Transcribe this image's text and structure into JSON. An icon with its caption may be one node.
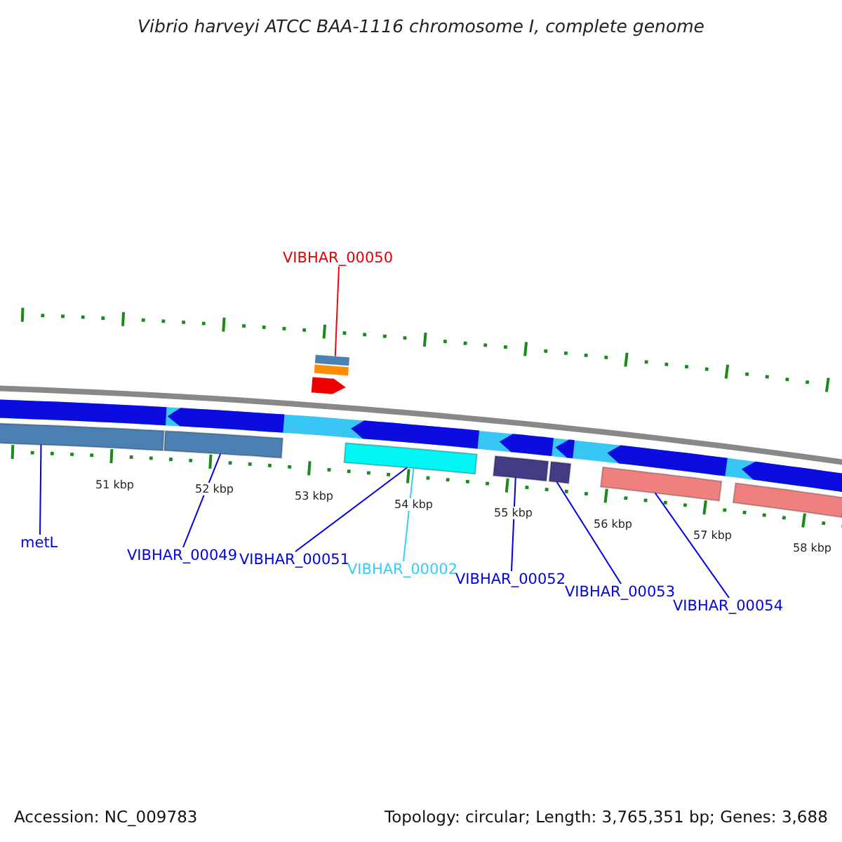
{
  "diagram": {
    "title": "Vibrio harveyi ATCC BAA-1116 chromosome I, complete genome",
    "nodes": [
      {
        "text": [
          "VIBHAR_00050"
        ]
      },
      {
        "text": [],
        "shape": "bar"
      },
      {
        "text": [],
        "shape": "bar"
      },
      {
        "text": [],
        "shape": "bar"
      },
      {
        "text": [],
        "shape": "bar"
      },
      {
        "text": [],
        "shape": "bar"
      },
      {
        "text": [],
        "shape": "bar"
      },
      {
        "text": [],
        "shape": "bar"
      },
      {
        "text": [],
        "shape": "bar"
      },
      {
        "text": [
          "metL"
        ]
      },
      {
        "text": [
          "VIBHAR_00049"
        ]
      },
      {
        "text": [
          "VIBHAR_00051"
        ]
      },
      {
        "text": [
          "VIBHAR_00002"
        ]
      },
      {
        "text": [
          "VIBHAR_00052"
        ]
      },
      {
        "text": [
          "VIBHAR_00053"
        ]
      },
      {
        "text": [
          "VIBHAR_00054"
        ]
      },
      {
        "text": [],
        "shape": "bar"
      },
      {
        "text": [],
        "shape": "bar"
      },
      {
        "text": [],
        "shape": "bar"
      },
      {
        "text": [],
        "shape": "bar"
      },
      {
        "text": [],
        "shape": "bar"
      },
      {
        "text": [],
        "shape": "bar"
      },
      {
        "text": [],
        "shape": "bar"
      }
    ],
    "edges": [
      {
        "from": 0,
        "to": 1,
        "arrow": "none",
        "color": "#ff0000"
      },
      {
        "from": 9,
        "to": 2,
        "arrow": "none"
      },
      {
        "from": 10,
        "to": 3,
        "arrow": "none"
      },
      {
        "from": 11,
        "to": 4,
        "arrow": "none"
      },
      {
        "from": 12,
        "to": 4,
        "arrow": "none",
        "color": "#33ccff"
      },
      {
        "from": 13,
        "to": 5,
        "arrow": "none"
      },
      {
        "from": 14,
        "to": 6,
        "arrow": "none"
      },
      {
        "from": 15,
        "to": 7,
        "arrow": "none"
      }
    ],
    "labels": [
      "51 kbp",
      "52 kbp",
      "53 kbp",
      "54 kbp",
      "55 kbp",
      "56 kbp",
      "57 kbp",
      "58 kbp",
      "Accession: NC_009783",
      "Topology: circular; Length: 3,765,351 bp; Genes: 3,688"
    ]
  }
}
